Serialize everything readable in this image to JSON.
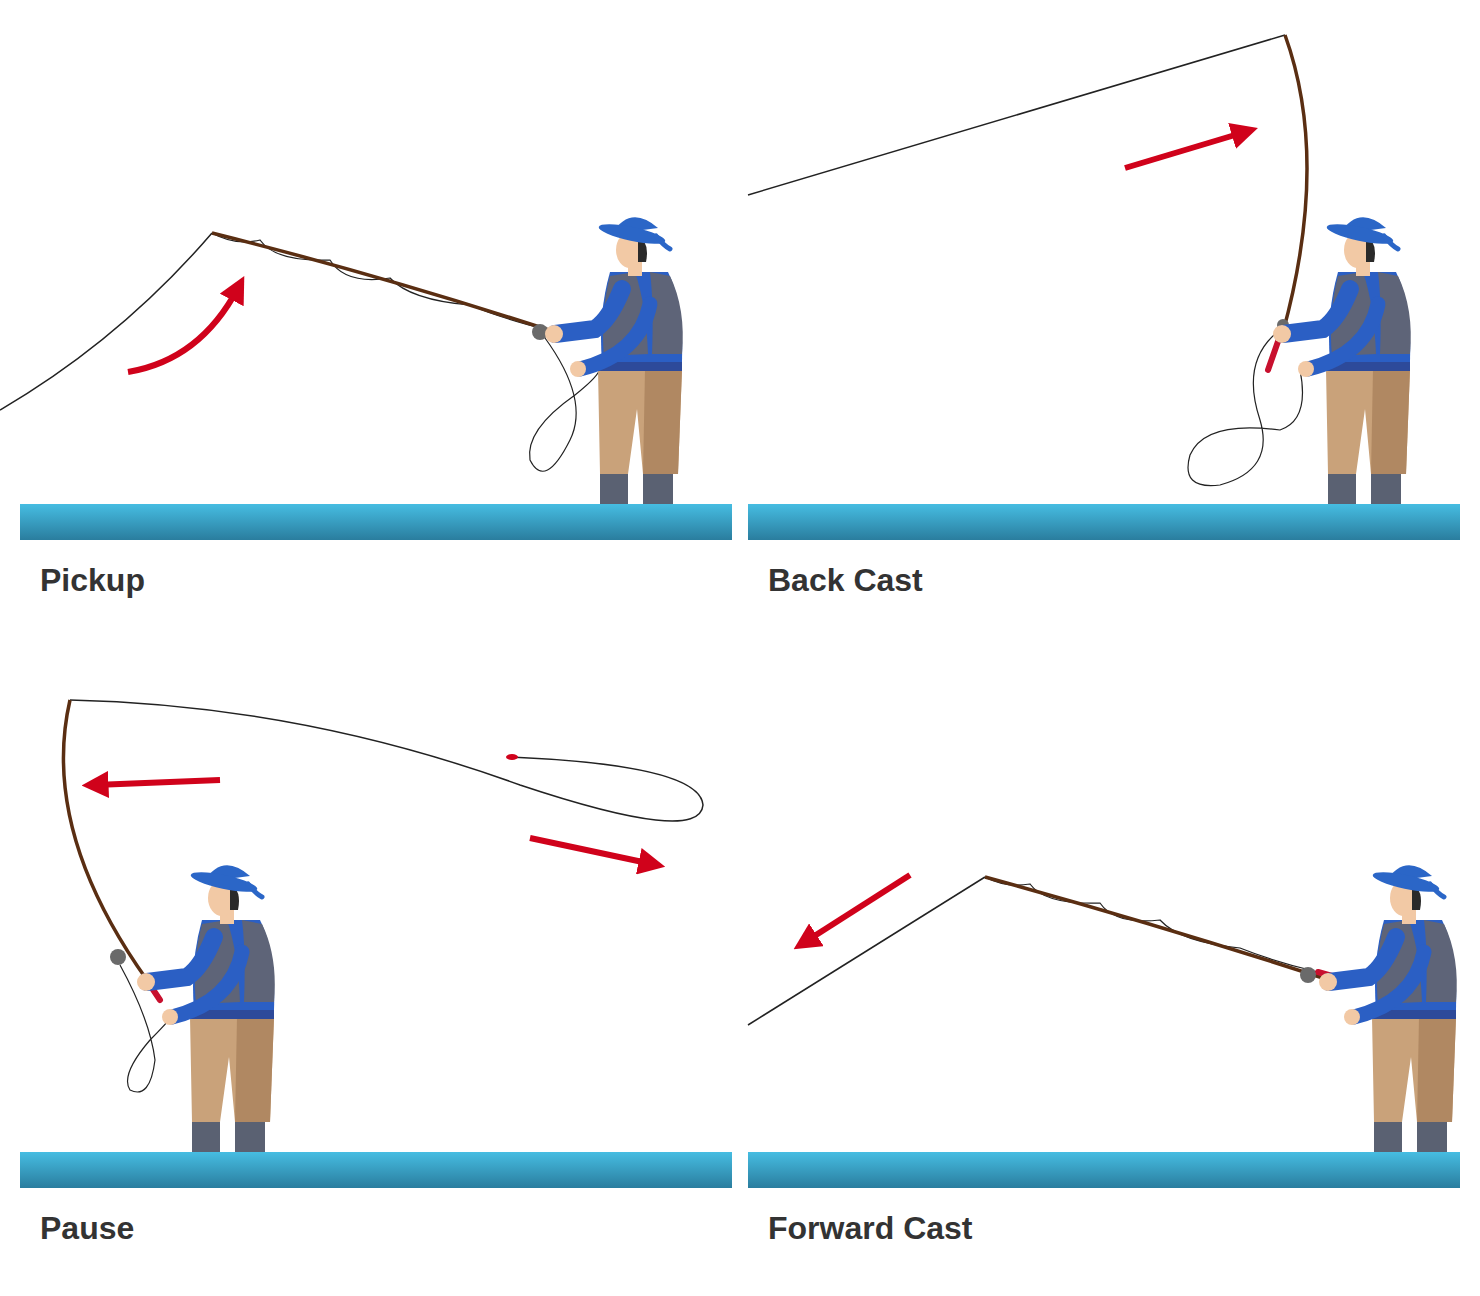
{
  "diagram": {
    "labels": [
      "Pickup",
      "Back Cast",
      "Pause",
      "Forward Cast"
    ]
  }
}
